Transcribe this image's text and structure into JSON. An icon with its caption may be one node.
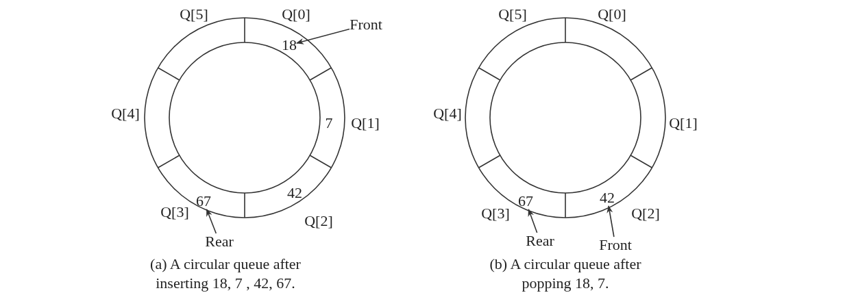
{
  "diagram": {
    "nodes": [
      {
        "text": [
          "Front"
        ]
      },
      {
        "text": [
          "Rear"
        ]
      },
      {
        "text": [
          "Rear"
        ]
      },
      {
        "text": [
          "Front"
        ]
      },
      {
        "text": [
          "18"
        ]
      },
      {
        "text": [
          "67"
        ]
      },
      {
        "text": [
          "67"
        ]
      },
      {
        "text": [
          "42"
        ]
      }
    ],
    "edges": [
      {
        "from": 0,
        "to": 4,
        "arrow": "to"
      },
      {
        "from": 1,
        "to": 5,
        "arrow": "to"
      },
      {
        "from": 2,
        "to": 6,
        "arrow": "to"
      },
      {
        "from": 3,
        "to": 7,
        "arrow": "to"
      }
    ],
    "labels": [
      "Q[5]",
      "Q[0]",
      "Q[4]",
      "7",
      "Q[1]",
      "42",
      "Q[3]",
      "Q[2]",
      "(a) A circular queue after inserting 18, 7 , 42, 67.",
      "Q[5]",
      "Q[0]",
      "Q[4]",
      "Q[1]",
      "Q[3]",
      "Q[2]",
      "(b) A circular queue after popping 18, 7."
    ]
  }
}
